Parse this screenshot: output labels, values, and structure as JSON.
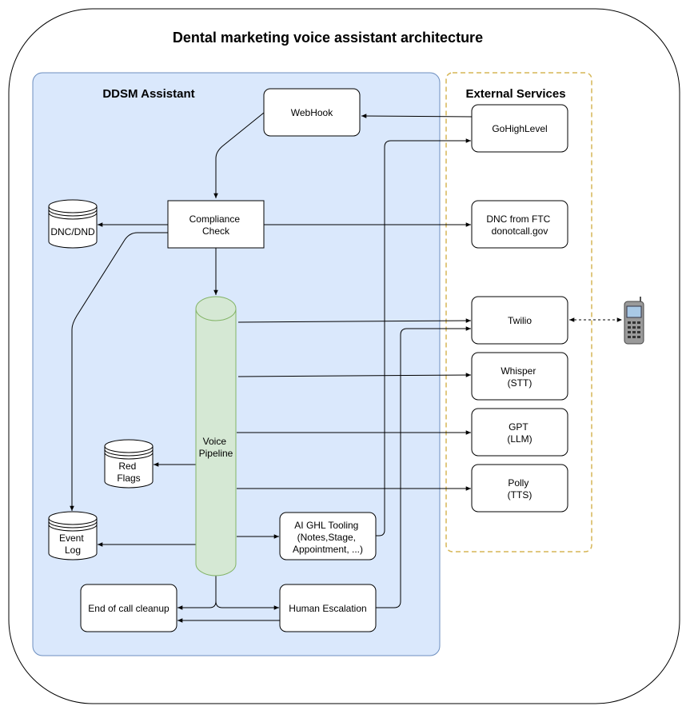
{
  "title": "Dental marketing voice assistant architecture",
  "groups": {
    "assistant": "DDSM Assistant",
    "external": "External Services"
  },
  "nodes": {
    "webhook": "WebHook",
    "compliance": [
      "Compliance",
      "Check"
    ],
    "dnc_dnd": "DNC/DND",
    "voice": [
      "Voice",
      "Pipeline"
    ],
    "red_flags": [
      "Red",
      "Flags"
    ],
    "event_log": [
      "Event",
      "Log"
    ],
    "ai_tooling": [
      "AI GHL Tooling",
      "(Notes,Stage,",
      "Appointment, ...)"
    ],
    "end_cleanup": "End of call cleanup",
    "human_escalation": "Human Escalation",
    "gohighlevel": "GoHighLevel",
    "dnc_ftc": [
      "DNC from FTC",
      "donotcall.gov"
    ],
    "twilio": "Twilio",
    "whisper": [
      "Whisper",
      "(STT)"
    ],
    "gpt": [
      "GPT",
      "(LLM)"
    ],
    "polly": [
      "Polly",
      "(TTS)"
    ]
  },
  "colors": {
    "assistant_fill": "#dae8fc",
    "assistant_stroke": "#6c8ebf",
    "external_stroke": "#d6b656",
    "voice_fill": "#d5e8d4",
    "voice_stroke": "#82b366"
  },
  "icons": {
    "phone": "mobile-phone-icon"
  }
}
